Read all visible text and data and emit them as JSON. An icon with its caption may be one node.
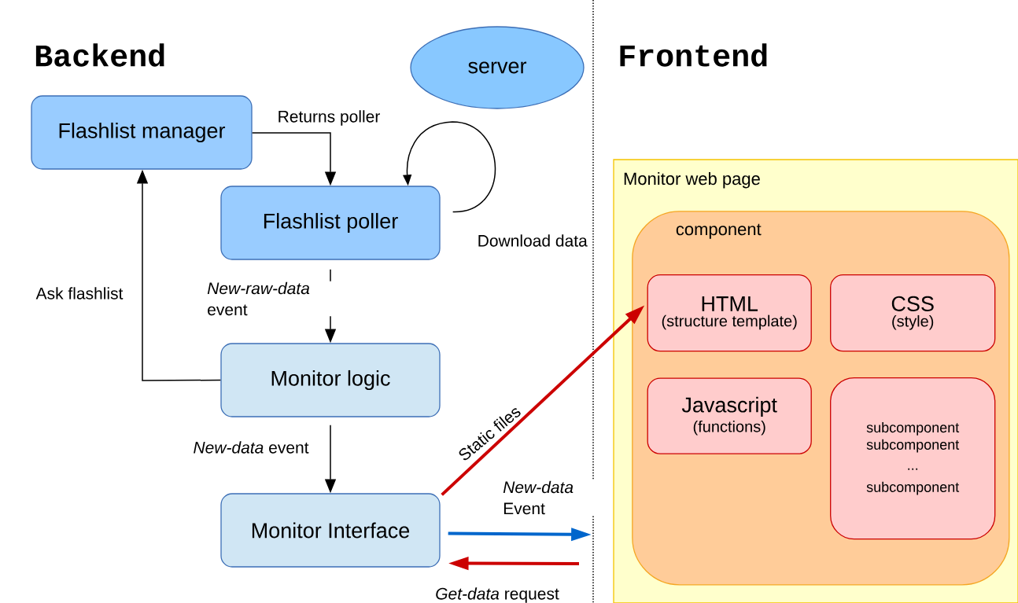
{
  "diagram": {
    "nodes": [
      {
        "text": [
          "Flashlist manager"
        ]
      },
      {
        "text": [
          "Flashlist poller"
        ]
      },
      {
        "text": [
          "Monitor logic"
        ]
      },
      {
        "text": [
          "Monitor Interface"
        ]
      },
      {
        "text": [
          "server"
        ]
      },
      {
        "text": [
          "Monitor web page"
        ]
      },
      {
        "text": [
          "component"
        ],
        "in": 5
      },
      {
        "text": [
          "HTML",
          "(structure template)"
        ],
        "in": 6
      },
      {
        "text": [
          "CSS",
          "(style)"
        ],
        "in": 6
      },
      {
        "text": [
          "Javascript",
          "(functions)"
        ],
        "in": 6
      },
      {
        "text": [
          "subcomponent",
          "subcomponent",
          "...",
          "subcomponent"
        ],
        "in": 6
      }
    ],
    "edges": [
      {
        "from": 0,
        "to": 1,
        "arrow": "to",
        "label": "Returns poller"
      },
      {
        "from": 1,
        "to": 1,
        "arrow": "to",
        "label": "Download data"
      },
      {
        "from": 1,
        "to": 2,
        "arrow": "to",
        "label": "*New-raw-data* event"
      },
      {
        "from": 2,
        "to": 0,
        "arrow": "to",
        "label": "Ask flashlist"
      },
      {
        "from": 2,
        "to": 3,
        "arrow": "to",
        "label": "*New-data* event"
      },
      {
        "from": 3,
        "to": 7,
        "arrow": "to",
        "label": "Static files",
        "style": "thick",
        "color": "#cc0000"
      },
      {
        "from": 3,
        "to": null,
        "arrow": "to",
        "label": "*New-data* Event",
        "style": "thick",
        "color": "#0066cc"
      },
      {
        "from": null,
        "to": 3,
        "arrow": "to",
        "label": "*Get-data* request",
        "style": "thick",
        "color": "#cc0000"
      }
    ],
    "labels": [
      "Backend",
      "Frontend"
    ]
  }
}
